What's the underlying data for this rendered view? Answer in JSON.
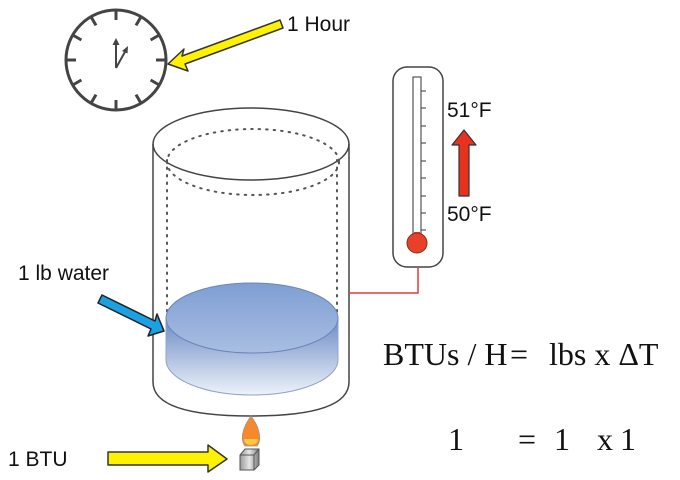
{
  "labels": {
    "time": "1 Hour",
    "water": "1 lb water",
    "heat": "1 BTU",
    "temp_high": "51°F",
    "temp_low": "50°F"
  },
  "equation": {
    "line1": {
      "lhs": "BTUs / H",
      "eq": "=",
      "rhs": "lbs x ΔT"
    },
    "line2": {
      "lhs": "1",
      "eq": "=",
      "rhs_a": "1",
      "op": "x",
      "rhs_b": "1"
    }
  },
  "icons": {
    "clock": "clock-icon",
    "thermometer": "thermometer-icon",
    "flame": "candle-flame-icon",
    "container": "cylinder-container",
    "water": "water-disc"
  },
  "colors": {
    "yellow_arrow": "#FFF200",
    "blue_arrow": "#1BA1E2",
    "red_arrow": "#E8321E",
    "water_top": "#7F9FD0",
    "water_side": "#6F8FC8",
    "thermo_bulb": "#E8412A",
    "wire": "#E53935",
    "flame_outer": "#F5892B",
    "flame_inner": "#F7C948"
  }
}
